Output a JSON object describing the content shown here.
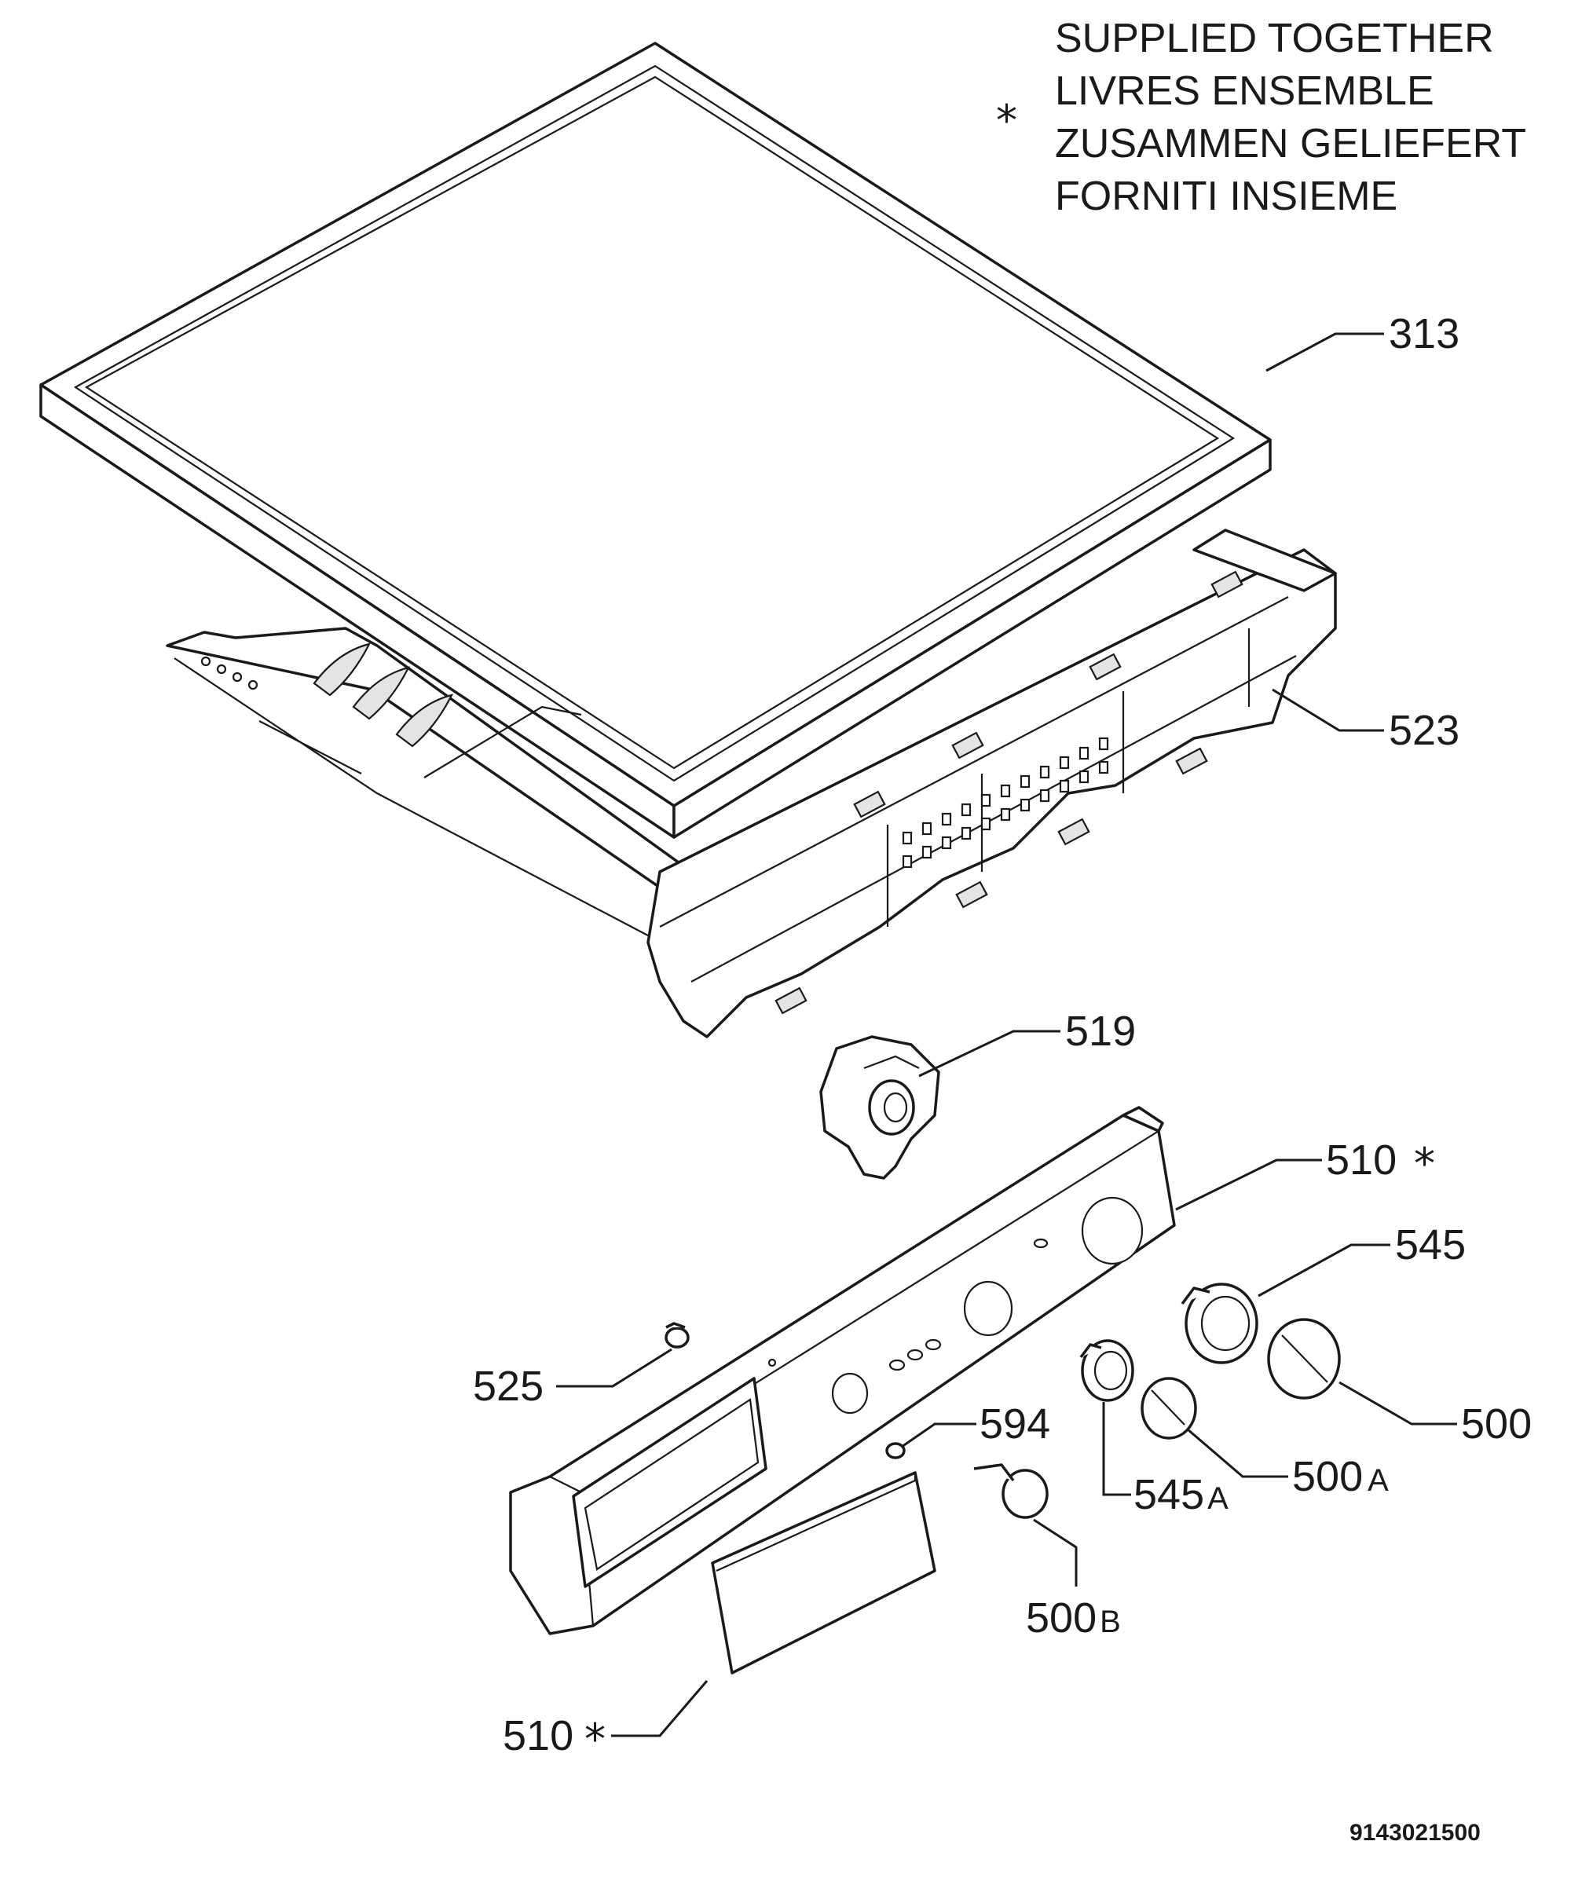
{
  "legend": {
    "symbol": "*",
    "lines": [
      "SUPPLIED TOGETHER",
      "LIVRES ENSEMBLE",
      "ZUSAMMEN GELIEFERT",
      "FORNITI INSIEME"
    ]
  },
  "parts": {
    "p313": "313",
    "p523": "523",
    "p519": "519",
    "p510_top": "510",
    "p510_bottom": "510",
    "p545": "545",
    "p500": "500",
    "p500a": "500",
    "p500a_suffix": "A",
    "p545a": "545",
    "p545a_suffix": "A",
    "p500b": "500",
    "p500b_suffix": "B",
    "p525": "525",
    "p594": "594",
    "star": "*"
  },
  "document_id": "9143021500"
}
